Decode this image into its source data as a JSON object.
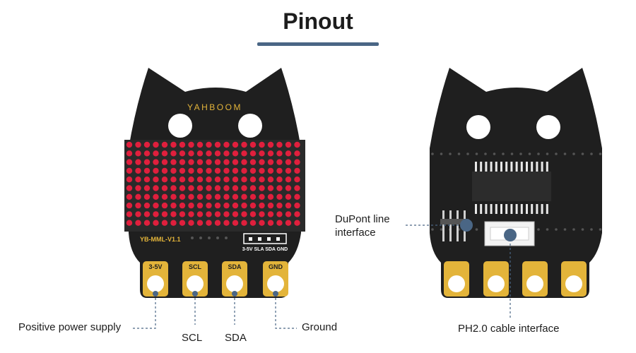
{
  "title": "Pinout",
  "board_front": {
    "brand": "YAHBOOM",
    "model": "YB-MML-V1.1",
    "connector_label": "3-5V SLA SDA GND",
    "pads": [
      "3-5V",
      "SCL",
      "SDA",
      "GND"
    ]
  },
  "callouts": {
    "positive_power": "Positive power supply",
    "scl": "SCL",
    "sda": "SDA",
    "ground": "Ground",
    "dupont_line1": "DuPont line",
    "dupont_line2": "interface",
    "ph2": "PH2.0 cable interface"
  },
  "colors": {
    "board": "#1f1f1f",
    "led": "#e01f3d",
    "gold": "#e3b43a",
    "callout": "#4a6685",
    "title_bar": "#4a6685"
  }
}
